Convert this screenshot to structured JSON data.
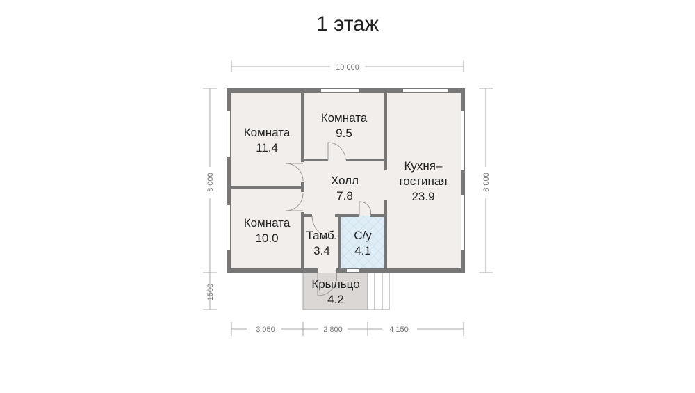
{
  "title": "1 этаж",
  "rooms": {
    "room1": {
      "name": "Комната",
      "area": "11.4"
    },
    "room2": {
      "name": "Комната",
      "area": "9.5"
    },
    "room3": {
      "name": "Комната",
      "area": "10.0"
    },
    "hall": {
      "name": "Холл",
      "area": "7.8"
    },
    "kitchen": {
      "name1": "Кухня–",
      "name2": "гостиная",
      "area": "23.9"
    },
    "vestibule": {
      "name": "Тамб.",
      "area": "3.4"
    },
    "bathroom": {
      "name": "С/у",
      "area": "4.1"
    },
    "porch": {
      "name": "Крыльцо",
      "area": "4.2"
    }
  },
  "dimensions": {
    "top": "10 000",
    "left": "8 000",
    "left_porch": "1500",
    "right": "8 000",
    "bottom": [
      "3 050",
      "2 800",
      "4 150"
    ]
  },
  "colors": {
    "wall": "#777777",
    "floor": "#f2eeec",
    "bathroom": "#deedf6",
    "porch": "#dad7d4"
  }
}
